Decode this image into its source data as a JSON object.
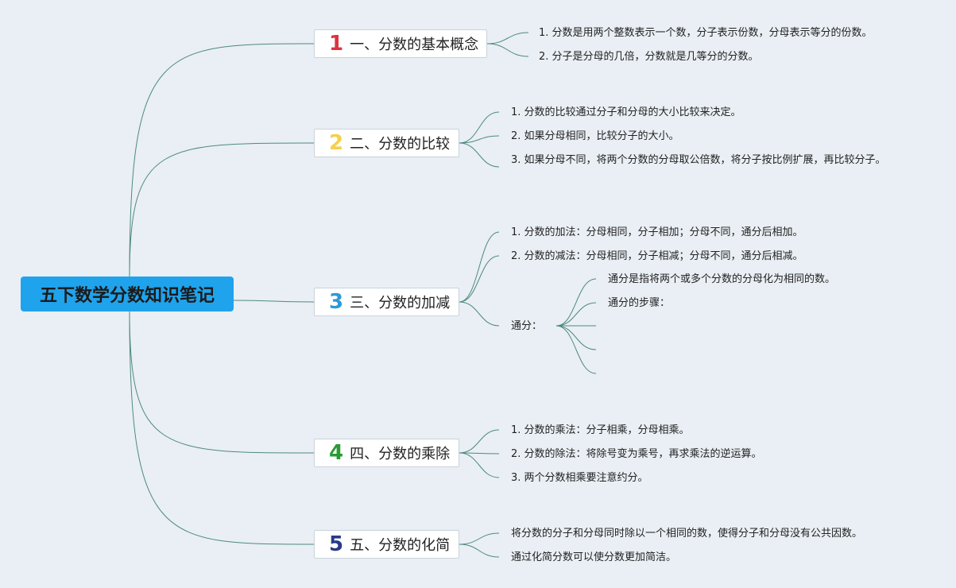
{
  "colors": {
    "background": "#e9eff4",
    "root_fill": "#1fa3ec",
    "link": "#4e8a80",
    "num1": "#e0313f",
    "num2": "#f5d04a",
    "num3": "#2b9ad6",
    "num4": "#2a9b34",
    "num5": "#283a86"
  },
  "root": {
    "title": "五下数学分数知识笔记"
  },
  "branches": [
    {
      "num": "1",
      "title": "一、分数的基本概念",
      "items": [
        "1. 分数是用两个整数表示一个数，分子表示份数，分母表示等分的份数。",
        "2. 分子是分母的几倍，分数就是几等分的分数。"
      ]
    },
    {
      "num": "2",
      "title": "二、分数的比较",
      "items": [
        "1. 分数的比较通过分子和分母的大小比较来决定。",
        "2. 如果分母相同，比较分子的大小。",
        "3. 如果分母不同，将两个分数的分母取公倍数，将分子按比例扩展，再比较分子。"
      ]
    },
    {
      "num": "3",
      "title": "三、分数的加减",
      "items": [
        "1. 分数的加法：分母相同，分子相加；分母不同，通分后相加。",
        "2. 分数的减法：分母相同，分子相减；分母不同，通分后相减。",
        "通分："
      ],
      "sub_items": [
        "通分是指将两个或多个分数的分母化为相同的数。",
        "通分的步骤："
      ]
    },
    {
      "num": "4",
      "title": "四、分数的乘除",
      "items": [
        "1. 分数的乘法：分子相乘，分母相乘。",
        "2. 分数的除法：将除号变为乘号，再求乘法的逆运算。",
        "3. 两个分数相乘要注意约分。"
      ]
    },
    {
      "num": "5",
      "title": "五、分数的化简",
      "items": [
        "将分数的分子和分母同时除以一个相同的数，使得分子和分母没有公共因数。",
        "通过化简分数可以使分数更加简洁。"
      ]
    }
  ]
}
